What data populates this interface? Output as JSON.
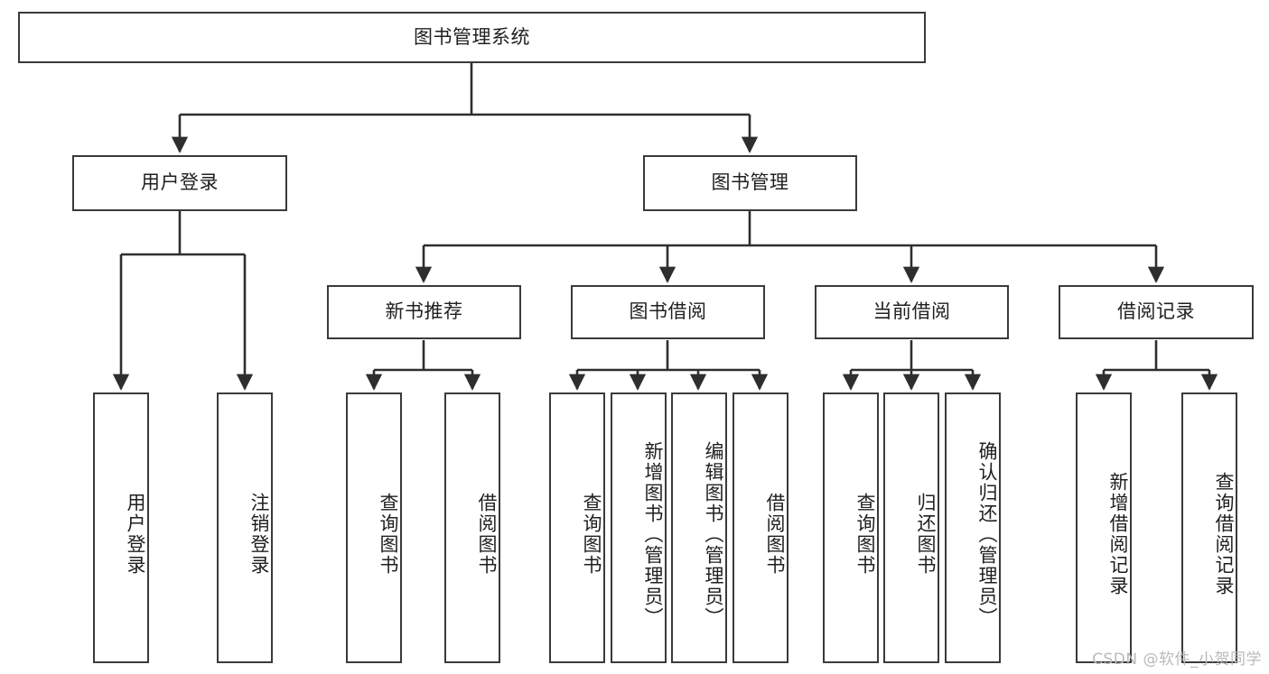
{
  "diagram": {
    "title": "图书管理系统",
    "type": "hierarchy-tree",
    "watermark": "CSDN @软件_小贺同学",
    "colors": {
      "border": "#3a3a3a",
      "background": "#ffffff",
      "text": "#1f1f1f",
      "watermark": "#b9b9b9"
    },
    "root": {
      "label": "图书管理系统"
    },
    "level2": [
      {
        "label": "用户登录"
      },
      {
        "label": "图书管理"
      }
    ],
    "level3": [
      {
        "label": "新书推荐"
      },
      {
        "label": "图书借阅"
      },
      {
        "label": "当前借阅"
      },
      {
        "label": "借阅记录"
      }
    ],
    "leaves": {
      "user_login": [
        {
          "label": "用户登录"
        },
        {
          "label": "注销登录"
        }
      ],
      "new_book_recommend": [
        {
          "label": "查询图书"
        },
        {
          "label": "借阅图书"
        }
      ],
      "book_borrow": [
        {
          "label": "查询图书"
        },
        {
          "label": "新增图书（管理员）"
        },
        {
          "label": "编辑图书（管理员）"
        },
        {
          "label": "借阅图书"
        }
      ],
      "current_borrow": [
        {
          "label": "查询图书"
        },
        {
          "label": "归还图书"
        },
        {
          "label": "确认归还（管理员）"
        }
      ],
      "borrow_record": [
        {
          "label": "新增借阅记录"
        },
        {
          "label": "查询借阅记录"
        }
      ]
    }
  }
}
